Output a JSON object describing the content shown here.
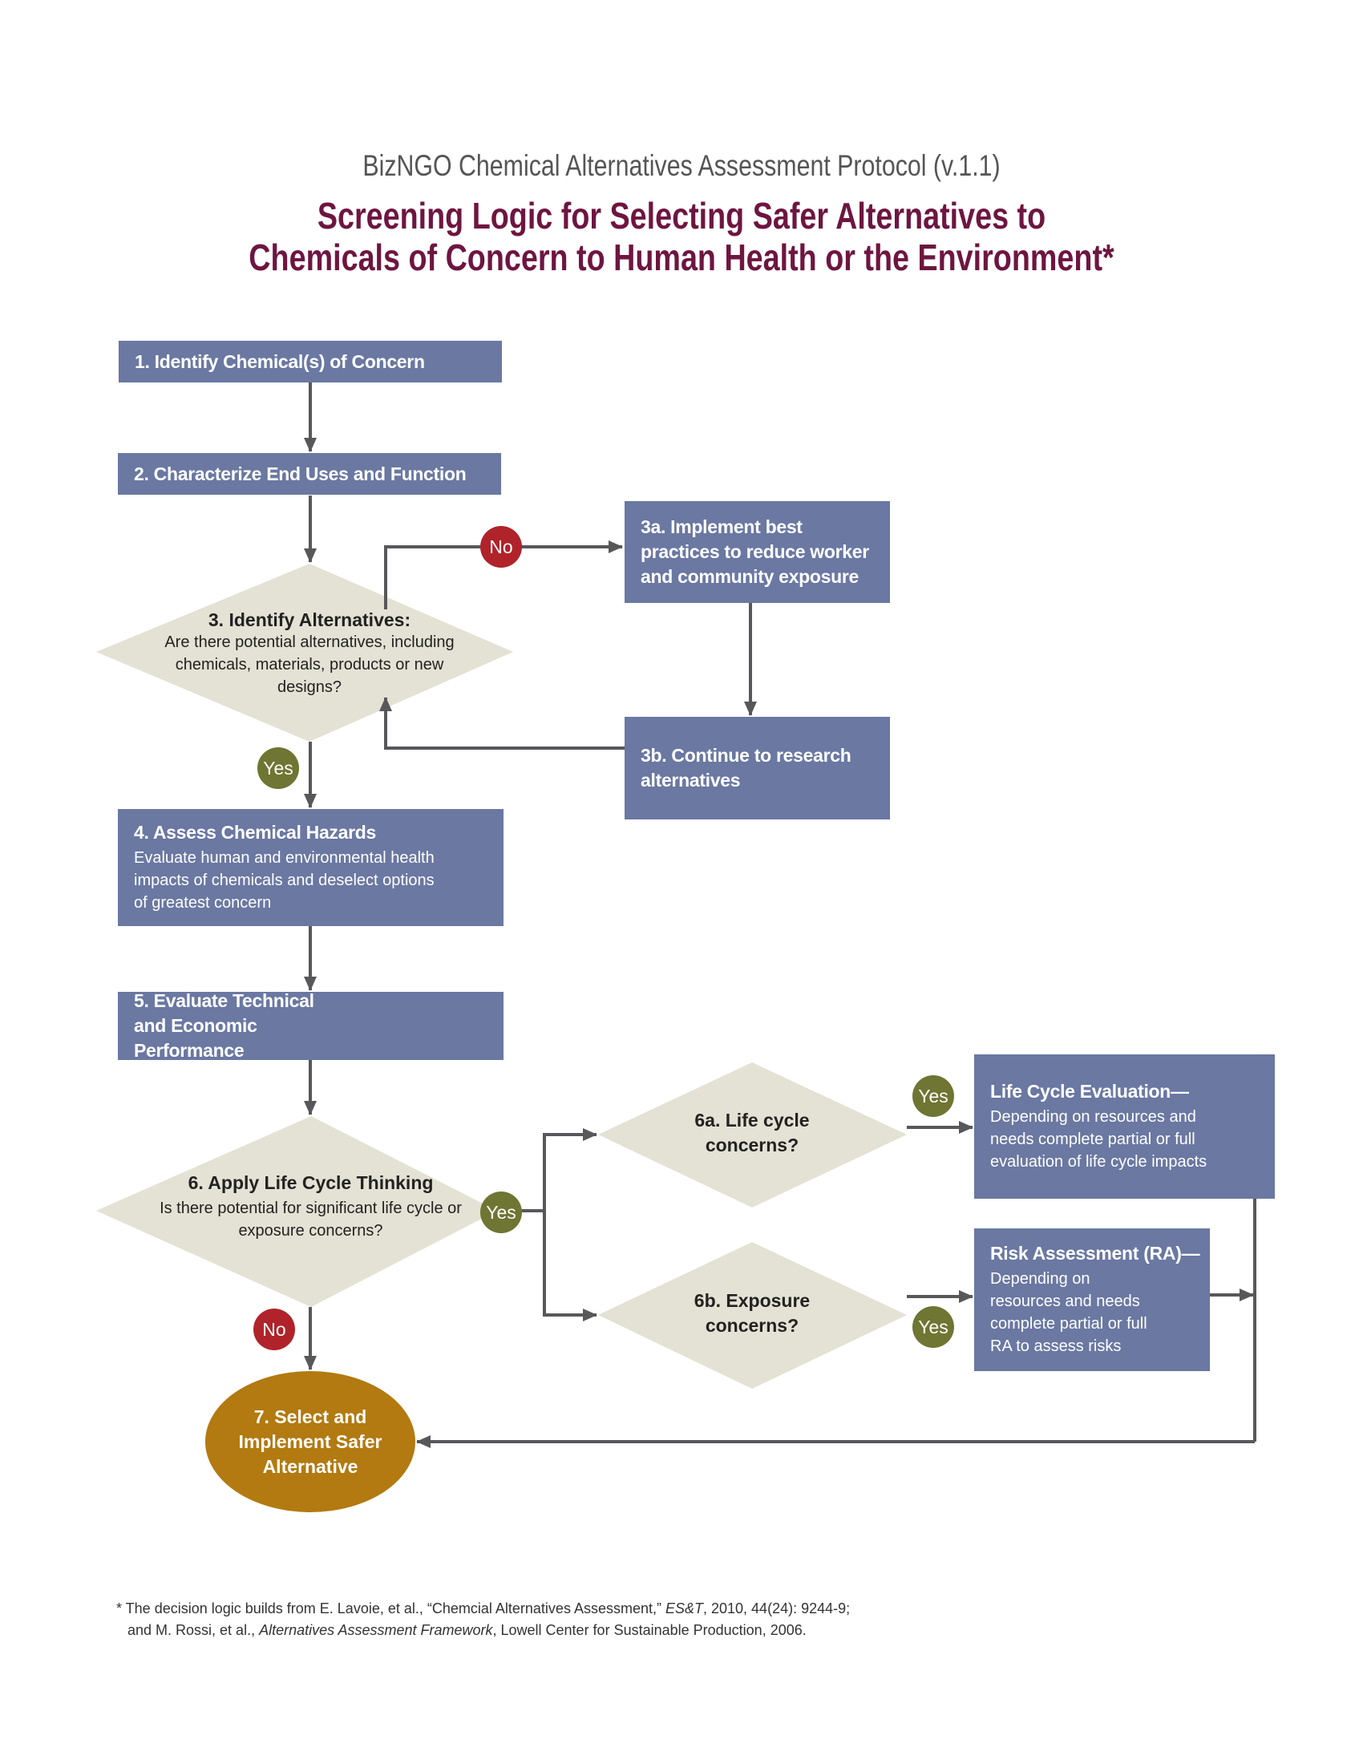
{
  "header": {
    "subtitle": "BizNGO Chemical Alternatives Assessment Protocol (v.1.1)",
    "title_line1": "Screening Logic for Selecting Safer Alternatives to",
    "title_line2": "Chemicals of Concern to Human Health or the Environment*"
  },
  "steps": {
    "s1": {
      "heading": "1. Identify Chemical(s) of Concern"
    },
    "s2": {
      "heading": "2. Characterize End Uses and Function"
    },
    "s3": {
      "heading": "3. Identify Alternatives:",
      "body": "Are there potential alternatives, including chemicals, materials, products or new designs?"
    },
    "s3a": {
      "heading": "3a. Implement best practices to reduce worker and community exposure"
    },
    "s3b": {
      "heading": "3b. Continue to research alternatives"
    },
    "s4": {
      "heading": "4. Assess Chemical Hazards",
      "body": "Evaluate human and environmental health impacts of chemicals and deselect options of greatest concern"
    },
    "s5": {
      "heading": "5. Evaluate Technical and Economic Performance"
    },
    "s6": {
      "heading": "6. Apply Life Cycle Thinking",
      "body": "Is there potential for significant life cycle or exposure concerns?"
    },
    "s6a": {
      "heading": "6a. Life cycle concerns?"
    },
    "s6b": {
      "heading": "6b. Exposure concerns?"
    },
    "lce": {
      "heading": "Life Cycle Evaluation—",
      "body": "Depending on resources and needs complete partial or full evaluation of life cycle impacts"
    },
    "ra": {
      "heading": "Risk Assessment (RA)—",
      "body": "Depending on resources and needs complete partial or full RA to assess risks"
    },
    "s7": {
      "heading": "7. Select and Implement Safer Alternative"
    }
  },
  "badges": {
    "yes": "Yes",
    "no": "No"
  },
  "colors": {
    "box": "#6a78a2",
    "diamond": "#e4e2d4",
    "no": "#b0232a",
    "yes": "#6f7532",
    "final": "#b27a10",
    "title": "#6e1540",
    "line": "#58585a"
  },
  "footnote": {
    "line1_a": "* The decision logic builds from E. Lavoie, et al., “Chemcial Alternatives Assessment,” ",
    "line1_i": "ES&T",
    "line1_b": ", 2010, 44(24): 9244-9;",
    "line2_a": "and M. Rossi, et al., ",
    "line2_i": "Alternatives Assessment Framework",
    "line2_b": ", Lowell Center for Sustainable Production, 2006."
  }
}
